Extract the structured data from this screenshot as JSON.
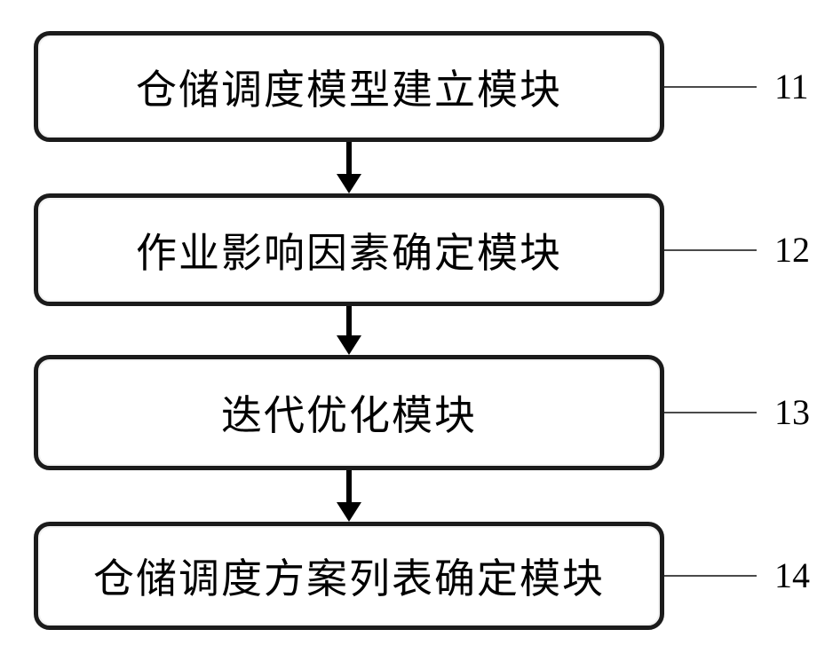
{
  "diagram": {
    "type": "flowchart",
    "modules": [
      {
        "label": "仓储调度模型建立模块",
        "ref": "11"
      },
      {
        "label": "作业影响因素确定模块",
        "ref": "12"
      },
      {
        "label": "迭代优化模块",
        "ref": "13"
      },
      {
        "label": "仓储调度方案列表确定模块",
        "ref": "14"
      }
    ]
  }
}
